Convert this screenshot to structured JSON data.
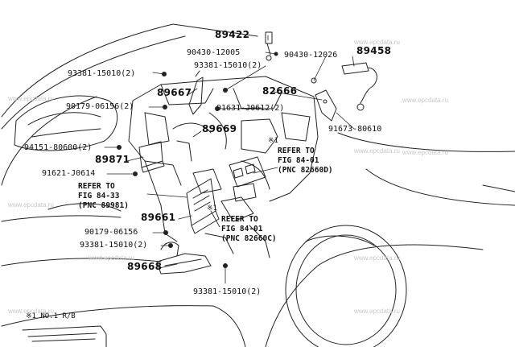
{
  "watermark": "www.epcdata.ru",
  "parts": {
    "p89422": "89422",
    "p90430_12005": "90430-12005",
    "p93381_15010_top": "93381-15010(2)",
    "p90430_12026": "90430-12026",
    "p89458": "89458",
    "p93381_15010_left": "93381-15010(2)",
    "p89667": "89667",
    "p82666": "82666",
    "p90179_06156_top": "90179-06156(2)",
    "p91631_j0612": "91631-J0612(2)",
    "p89669": "89669",
    "p91673_80610": "91673-80610",
    "p94151_80600": "94151-80600(2)",
    "p89871": "89871",
    "p91621_j0614": "91621-J0614",
    "p89661": "89661",
    "p90179_06156_bot": "90179-06156",
    "p93381_15010_mid": "93381-15010(2)",
    "p89668": "89668",
    "p93381_15010_bot": "93381-15010(2)"
  },
  "refs": {
    "r1_l1": "REFER TO",
    "r1_l2": "FIG 84-01",
    "r1_l3": "(PNC 82660D)",
    "r2_l1": "REFER TO",
    "r2_l2": "FIG 84-33",
    "r2_l3": "(PNC 89981)",
    "r3_l1": "REFER TO",
    "r3_l2": "FIG 84-01",
    "r3_l3": "(PNC 82660C)"
  },
  "notes": {
    "star1_a": "※1",
    "star1_b": "※1",
    "footnote": "※1 NO.1 R/B"
  }
}
